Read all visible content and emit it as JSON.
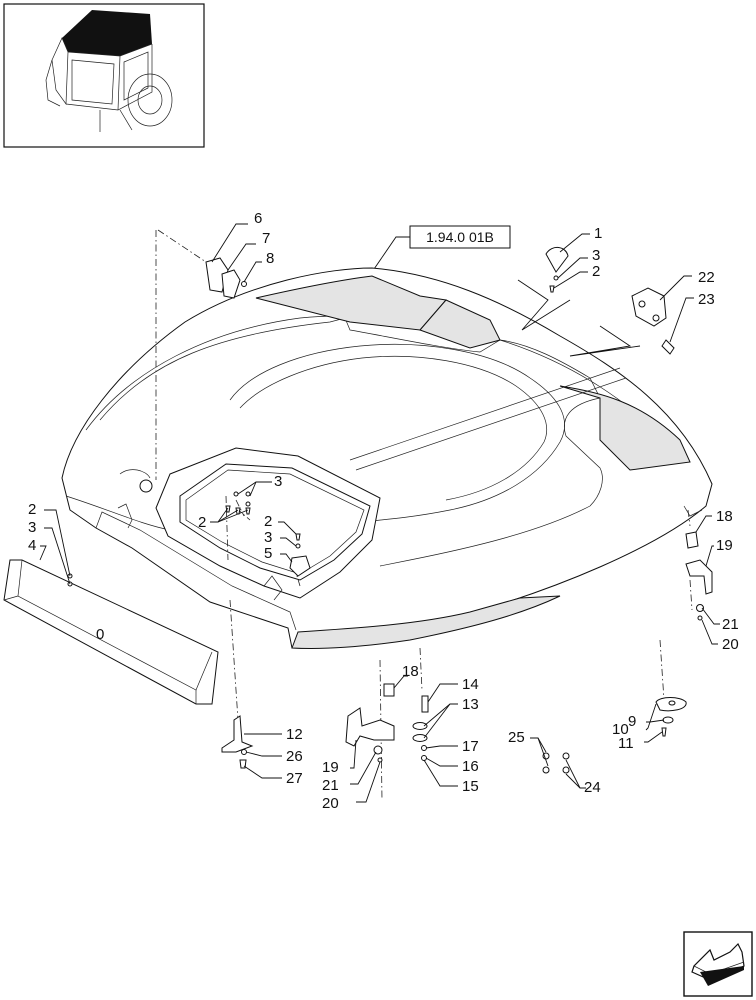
{
  "reference": "1.94.0 01B",
  "labels": {
    "l6": "6",
    "l7": "7",
    "l8": "8",
    "l1": "1",
    "l3a": "3",
    "l2a": "2",
    "l22": "22",
    "l23": "23",
    "l3b": "3",
    "l2b": "2",
    "l2c": "2",
    "l3c": "3",
    "l5": "5",
    "l2d": "2",
    "l3d": "3",
    "l4": "4",
    "l18a": "18",
    "l19a": "19",
    "l21a": "21",
    "l20a": "20",
    "l12": "12",
    "l26": "26",
    "l27": "27",
    "l18b": "18",
    "l19b": "19",
    "l21b": "21",
    "l20b": "20",
    "l14": "14",
    "l13": "13",
    "l17": "17",
    "l16": "16",
    "l15": "15",
    "l25": "25",
    "l24": "24",
    "l10": "10",
    "l9": "9",
    "l11": "11"
  },
  "icons": {
    "thumbnail": "tractor-cab-roof-thumbnail",
    "navigation": "next-page-arrow-icon"
  }
}
